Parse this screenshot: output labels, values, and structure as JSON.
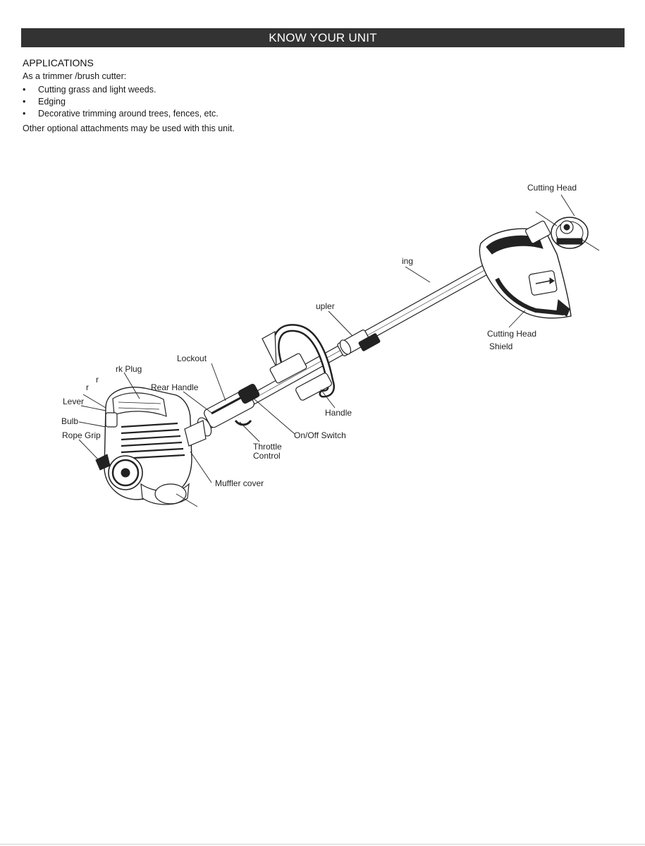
{
  "page": {
    "title": "KNOW YOUR UNIT"
  },
  "applications": {
    "heading": "APPLICATIONS",
    "intro": "As a trimmer  /brush cutter:",
    "bullet_glyph": "•",
    "items": [
      "Cutting grass and light weeds.",
      "Edging",
      "Decorative trimming around trees, fences, etc."
    ],
    "note": "Other optional attachments may be used with this unit."
  },
  "diagram": {
    "labels": {
      "cutting_head": "Cutting Head",
      "shaft": "ing",
      "coupler": "upler",
      "head_shield_1": "Cutting Head",
      "head_shield_2": "Shield",
      "lockout": "Lockout",
      "spark_plug": "rk Plug",
      "frag_r1": "r",
      "frag_r2": "r",
      "rear_handle": "Rear Handle",
      "lever": "Lever",
      "handle": "Handle",
      "bulb": "Bulb",
      "rope_grip": "Rope Grip",
      "on_off_switch": "On/Off Switch",
      "throttle_1": "Throttle",
      "throttle_2": "Control",
      "muffler_cover": "Muffler cover"
    }
  }
}
